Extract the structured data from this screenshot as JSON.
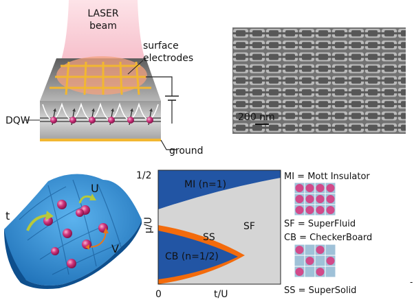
{
  "panel_a": {
    "laser_label_1": "LASER",
    "laser_label_2": "beam",
    "electrodes_label_1": "surface",
    "electrodes_label_2": "electrodes",
    "dqw_label": "DQW",
    "ground_label": "ground"
  },
  "panel_b": {
    "scale_label": "200 nm"
  },
  "panel_c": {
    "label_t": "t",
    "label_U": "U",
    "label_V": "V"
  },
  "chart_data": {
    "type": "area",
    "xlabel": "t/U",
    "ylabel": "μ/U",
    "x_ticks": [
      "0"
    ],
    "y_ticks": [
      "1/2"
    ],
    "region_labels": [
      "MI (n=1)",
      "SF",
      "SS",
      "CB (n=1/2)"
    ],
    "colors": {
      "mi_cb": "#2255a4",
      "ss": "#f36b0c",
      "sf": "#d5d5d5"
    }
  },
  "legend": {
    "mi": "MI = Mott Insulator",
    "sf": "SF = SuperFluid",
    "cb": "CB = CheckerBoard",
    "ss": "SS = SuperSolid"
  },
  "colors": {
    "particle": "#d24a8a",
    "lattice": "#2f8fd6",
    "tile_bg": "#9fc1d8",
    "arrow_green": "#b7c93a",
    "arrow_orange": "#e8761b"
  }
}
